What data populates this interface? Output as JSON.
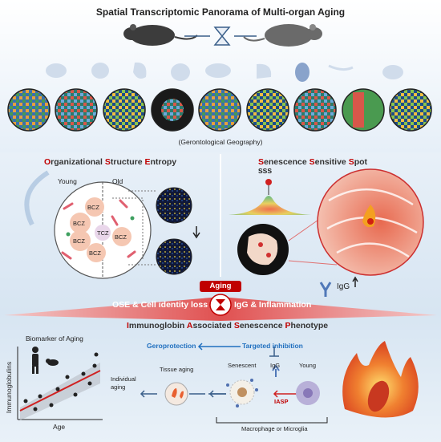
{
  "title": "Spatial Transcriptomic Panorama of Multi-organ Aging",
  "geography_caption": "(Gerontological Geography)",
  "left_section": {
    "title_prefix": "O",
    "title_rest1": "rganizational ",
    "title_s": "S",
    "title_rest2": "tructure ",
    "title_e": "E",
    "title_rest3": "ntropy",
    "young": "Young",
    "old": "Old",
    "zones": [
      "BCZ",
      "BCZ",
      "TCZ",
      "BCZ",
      "BCZ",
      "BCZ"
    ]
  },
  "right_section": {
    "title_s": "S",
    "title_rest1": "enescence ",
    "title_s2": "S",
    "title_rest2": "ensitive ",
    "title_sp": "S",
    "title_rest3": "pot",
    "sss_label": "SSS",
    "igg_label": "IgG"
  },
  "aging_band": {
    "aging_label": "Aging",
    "left_text": "OSE & Cell identity loss",
    "right_text": "IgG & Inflammation"
  },
  "bottom_section": {
    "title_i": "I",
    "title_rest1": "mmunoglobin ",
    "title_a": "A",
    "title_rest2": "ssociated ",
    "title_s": "S",
    "title_rest3": "enescence ",
    "title_p": "P",
    "title_rest4": "henotype",
    "biomarker_title": "Biomarker of Aging",
    "ylabel": "Immunoglobulins",
    "xlabel": "Age",
    "geroprotection": "Geroprotection",
    "targeted_inhibition": "Targeted inhibition",
    "tissue_aging": "Tissue aging",
    "individual_aging": "Individual aging",
    "senescent": "Senescent",
    "igg": "IgG",
    "young": "Young",
    "iasp": "IASP",
    "macrophage": "Macrophage or Microglia"
  },
  "colors": {
    "accent_red": "#c00000",
    "blue": "#1f6fbf",
    "panel_bg": "#dde9f4"
  }
}
